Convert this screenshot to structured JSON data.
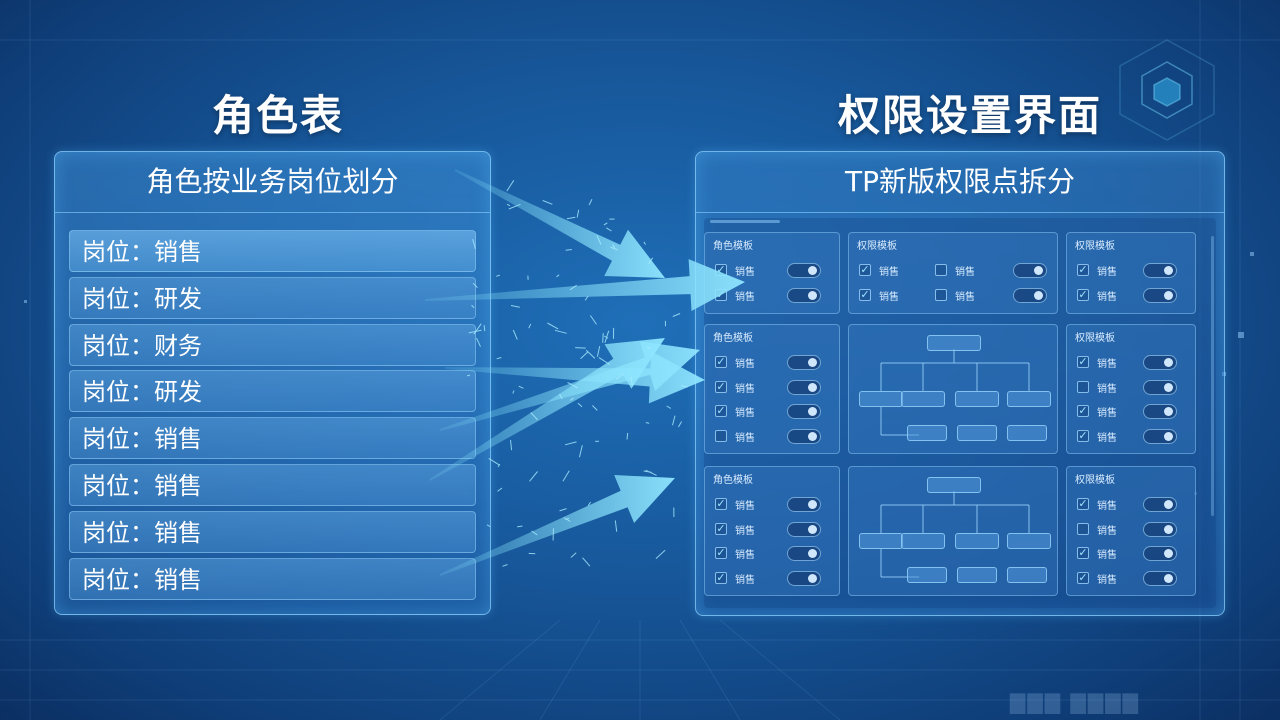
{
  "left": {
    "heading": "角色表",
    "panel_title": "角色按业务岗位划分",
    "rows": [
      "岗位：销售",
      "岗位：研发",
      "岗位：财务",
      "岗位：研发",
      "岗位：销售",
      "岗位：销售",
      "岗位：销售",
      "岗位：销售"
    ]
  },
  "right": {
    "heading": "权限设置界面",
    "panel_title": "TP新版权限点拆分",
    "cards": [
      {
        "title": "角色模板",
        "rows": [
          {
            "label": "销售",
            "checked": true,
            "toggle": "off"
          },
          {
            "label": "销售",
            "checked": true,
            "toggle": "off"
          }
        ]
      },
      {
        "title": "权限模板",
        "rows": [
          {
            "label": "销售",
            "checked": true,
            "toggle": null
          },
          {
            "label": "销售",
            "checked": false,
            "toggle": "on"
          },
          {
            "label": "销售",
            "checked": true,
            "toggle": null
          },
          {
            "label": "销售",
            "checked": false,
            "toggle": "on"
          }
        ]
      },
      {
        "title": "权限模板",
        "rows": [
          {
            "label": "销售",
            "checked": true,
            "toggle": "on"
          },
          {
            "label": "销售",
            "checked": true,
            "toggle": "on"
          }
        ]
      },
      {
        "title": "角色模板",
        "rows": [
          {
            "label": "销售",
            "checked": true,
            "toggle": "off"
          },
          {
            "label": "销售",
            "checked": true,
            "toggle": "off"
          },
          {
            "label": "销售",
            "checked": true,
            "toggle": "off"
          },
          {
            "label": "销售",
            "checked": false,
            "toggle": "off"
          }
        ]
      },
      {
        "title": "权限模板",
        "rows": [
          {
            "label": "销售",
            "checked": true,
            "toggle": "on"
          },
          {
            "label": "销售",
            "checked": false,
            "toggle": "on"
          },
          {
            "label": "销售",
            "checked": true,
            "toggle": "on"
          },
          {
            "label": "销售",
            "checked": true,
            "toggle": "on"
          }
        ]
      },
      {
        "title": "角色模板",
        "rows": [
          {
            "label": "销售",
            "checked": true,
            "toggle": "on"
          },
          {
            "label": "销售",
            "checked": true,
            "toggle": "on"
          },
          {
            "label": "销售",
            "checked": true,
            "toggle": "on"
          },
          {
            "label": "销售",
            "checked": true,
            "toggle": "off"
          }
        ]
      },
      {
        "title": "权限模板",
        "rows": [
          {
            "label": "销售",
            "checked": true,
            "toggle": "on"
          },
          {
            "label": "销售",
            "checked": false,
            "toggle": "on"
          },
          {
            "label": "销售",
            "checked": true,
            "toggle": "on"
          },
          {
            "label": "销售",
            "checked": true,
            "toggle": "on"
          }
        ]
      }
    ]
  },
  "colors": {
    "arrow": "#7fdcf5",
    "panel_border": "#8cd2ff",
    "background": "#17579a"
  }
}
